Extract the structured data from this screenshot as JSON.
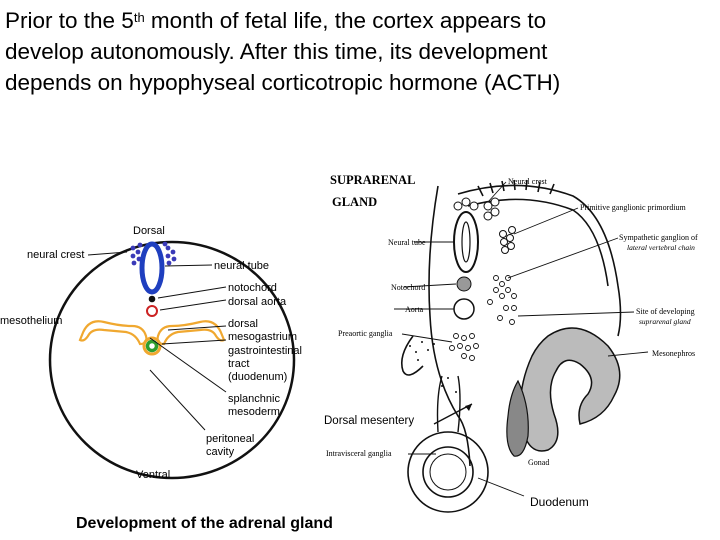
{
  "intro": {
    "line1_pre": "Prior to the 5",
    "line1_sup": "th",
    "line1_post": " month of fetal life, the cortex appears to",
    "line2": "develop autonomously. After this time, its development",
    "line3": "depends on hypophyseal corticotropic hormone (ACTH)"
  },
  "left_diagram": {
    "dorsal": "Dorsal",
    "ventral": "Ventral",
    "neural_crest": "neural crest",
    "mesothelium": "mesothelium",
    "neural_tube": "neural tube",
    "notochord": "notochord",
    "dorsal_aorta": "dorsal aorta",
    "dorsal_mesogastrium_1": "dorsal",
    "dorsal_mesogastrium_2": "mesogastrium",
    "gi_tract_1": "gastrointestinal",
    "gi_tract_2": "tract",
    "gi_tract_3": "(duodenum)",
    "splanchnic_1": "splanchnic",
    "splanchnic_2": "mesoderm",
    "peritoneal_1": "peritoneal",
    "peritoneal_2": "cavity",
    "colors": {
      "outline": "#111111",
      "neural_tube": "#1f3fbf",
      "crest": "#3a3ab8",
      "mesoderm": "#f0a830",
      "gut": "#2e9e2e",
      "aorta": "#cc2222"
    }
  },
  "right_diagram": {
    "title_1": "SUPRARENAL",
    "title_2": "GLAND",
    "neural_crest": "Neural crest",
    "primitive_ganglionic": "Primitive ganglionic primordium",
    "neural_tube": "Neural tube",
    "sympathetic_1": "Sympathetic ganglion of",
    "sympathetic_2": "lateral vertebral chain",
    "notochord": "Notochord",
    "aorta": "Aorta",
    "site_1": "Site of developing",
    "site_2": "suprarenal gland",
    "preaortic": "Preaortic ganglia",
    "mesonephros": "Mesonephros",
    "dorsal_mesentery": "Dorsal mesentery",
    "intravisceral": "Intravisceral ganglia",
    "gonad": "Gonad",
    "duodenum": "Duodenum"
  },
  "caption": "Development of the adrenal gland"
}
